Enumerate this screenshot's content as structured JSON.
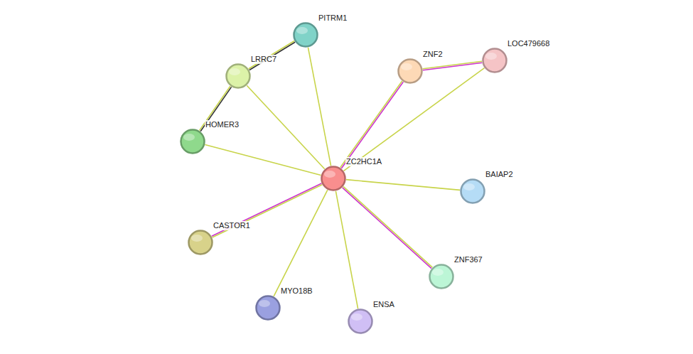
{
  "diagram": {
    "nodes": [
      {
        "text": [
          "PITRM1"
        ]
      },
      {
        "text": [
          "LOC479668"
        ]
      },
      {
        "text": [
          "ZNF2"
        ]
      },
      {
        "text": [
          "LRRC7"
        ]
      },
      {
        "text": [
          "HOMER3"
        ]
      },
      {
        "text": [
          "ZC2HC1A"
        ]
      },
      {
        "text": [
          "BAIAP2"
        ]
      },
      {
        "text": [
          "CASTOR1"
        ]
      },
      {
        "text": [
          "ZNF367"
        ]
      },
      {
        "text": [
          "ENSA"
        ]
      },
      {
        "text": [
          "MYO18B"
        ]
      }
    ],
    "edges": [
      {
        "from": 0,
        "to": 3,
        "arrow": "none"
      },
      {
        "from": 3,
        "to": 4,
        "arrow": "none"
      },
      {
        "from": 3,
        "to": 5,
        "arrow": "none"
      },
      {
        "from": 0,
        "to": 5,
        "arrow": "none"
      },
      {
        "from": 2,
        "to": 1,
        "arrow": "none"
      },
      {
        "from": 2,
        "to": 5,
        "arrow": "none"
      },
      {
        "from": 1,
        "to": 5,
        "arrow": "none"
      },
      {
        "from": 4,
        "to": 5,
        "arrow": "none"
      },
      {
        "from": 6,
        "to": 5,
        "arrow": "none"
      },
      {
        "from": 7,
        "to": 5,
        "arrow": "none"
      },
      {
        "from": 10,
        "to": 5,
        "arrow": "none"
      },
      {
        "from": 9,
        "to": 5,
        "arrow": "none"
      },
      {
        "from": 8,
        "to": 5,
        "arrow": "none"
      }
    ]
  }
}
